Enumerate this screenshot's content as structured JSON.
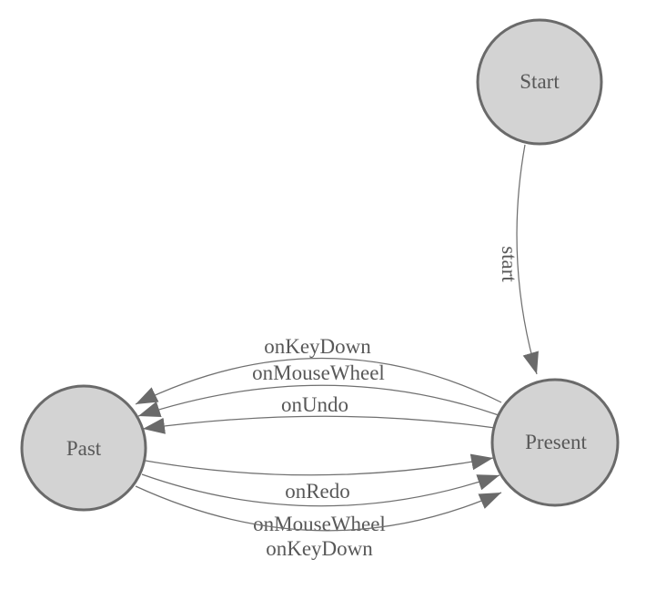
{
  "diagram": {
    "type": "state-machine",
    "colors": {
      "background": "#ffffff",
      "node_fill": "#d3d3d3",
      "node_stroke": "#6a6a6a",
      "edge_stroke": "#707070",
      "arrow_fill": "#6a6a6a",
      "text_color": "#585858"
    },
    "nodes": [
      {
        "id": "start",
        "label": "Start"
      },
      {
        "id": "past",
        "label": "Past"
      },
      {
        "id": "present",
        "label": "Present"
      }
    ],
    "edges": [
      {
        "label": "start",
        "from": "Start",
        "to": "Present"
      },
      {
        "label": "onKeyDown",
        "from": "Present",
        "to": "Past"
      },
      {
        "label": "onMouseWheel",
        "from": "Present",
        "to": "Past"
      },
      {
        "label": "onUndo",
        "from": "Present",
        "to": "Past"
      },
      {
        "label": "onRedo",
        "from": "Past",
        "to": "Present"
      },
      {
        "label": "onMouseWheel",
        "from": "Past",
        "to": "Present"
      },
      {
        "label": "onKeyDown",
        "from": "Past",
        "to": "Present"
      }
    ]
  }
}
